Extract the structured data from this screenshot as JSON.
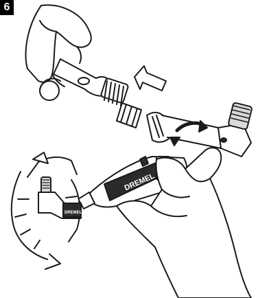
{
  "step_number": "6",
  "labels": {
    "tool_brand": "DREMEL",
    "attachment_brand": "DREMEL"
  },
  "colors": {
    "line": "#1a1a1a",
    "fill": "#ffffff",
    "shade": "#d9d9d9",
    "dark": "#2b2b2b"
  },
  "icons": {
    "rotate_arrow": "curved-rotate-arrow",
    "push_arrow": "outline-direction-arrow",
    "circular_arrows": "rotation-ring-arrows"
  }
}
